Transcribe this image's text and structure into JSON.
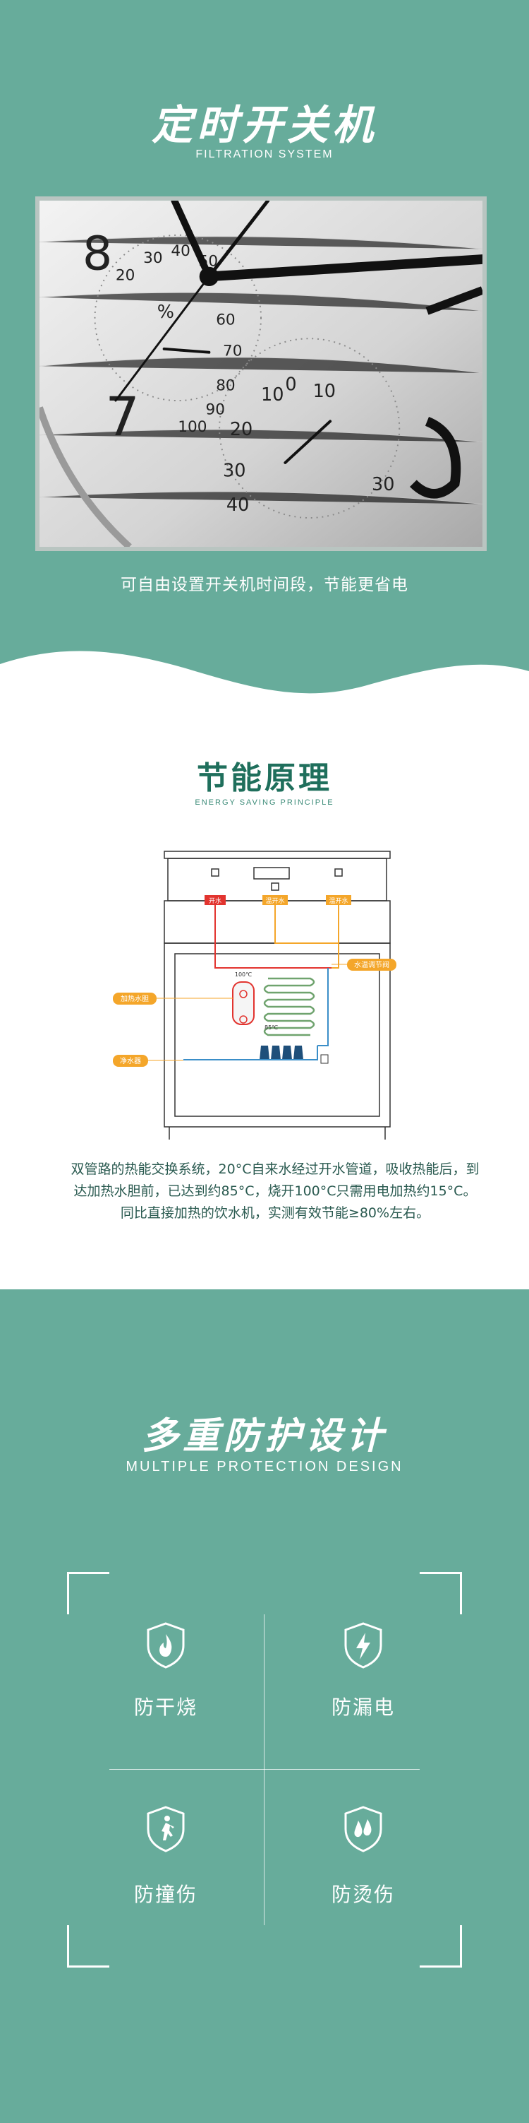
{
  "timer_section": {
    "title": "定时开关机",
    "subtitle": "FILTRATION SYSTEM",
    "caption": "可自由设置开关机时间段，节能更省电",
    "clock_numbers": [
      "8",
      "7",
      "20",
      "30",
      "40",
      "50",
      "60",
      "70",
      "80",
      "90",
      "100",
      "%",
      "10",
      "0",
      "10",
      "20",
      "30",
      "40",
      "30"
    ]
  },
  "energy_section": {
    "title": "节能原理",
    "subtitle": "ENERGY SAVING PRINCIPLE",
    "tap_labels": [
      "开水",
      "温开水",
      "温开水"
    ],
    "temp_high": "100℃",
    "temp_mid": "85℃",
    "callout_valve": "水温调节阀",
    "callout_tank": "加热水胆",
    "callout_filter": "净水器",
    "description": "双管路的热能交换系统，20°C自来水经过开水管道，吸收热能后，到达加热水胆前，已达到约85°C，烧开100°C只需用电加热约15°C。同比直接加热的饮水机，实测有效节能≥80%左右。"
  },
  "protection_section": {
    "title": "多重防护设计",
    "subtitle": "MULTIPLE PROTECTION DESIGN",
    "items": [
      {
        "label": "防干烧",
        "icon": "flame-shield-icon"
      },
      {
        "label": "防漏电",
        "icon": "lightning-shield-icon"
      },
      {
        "label": "防撞伤",
        "icon": "person-shield-icon"
      },
      {
        "label": "防烫伤",
        "icon": "drops-shield-icon"
      }
    ]
  },
  "colors": {
    "teal": "#67ac9b",
    "dark_teal": "#1f6f5c",
    "orange": "#f4a62a",
    "red": "#e2342f",
    "coil_green": "#6fa36e"
  }
}
